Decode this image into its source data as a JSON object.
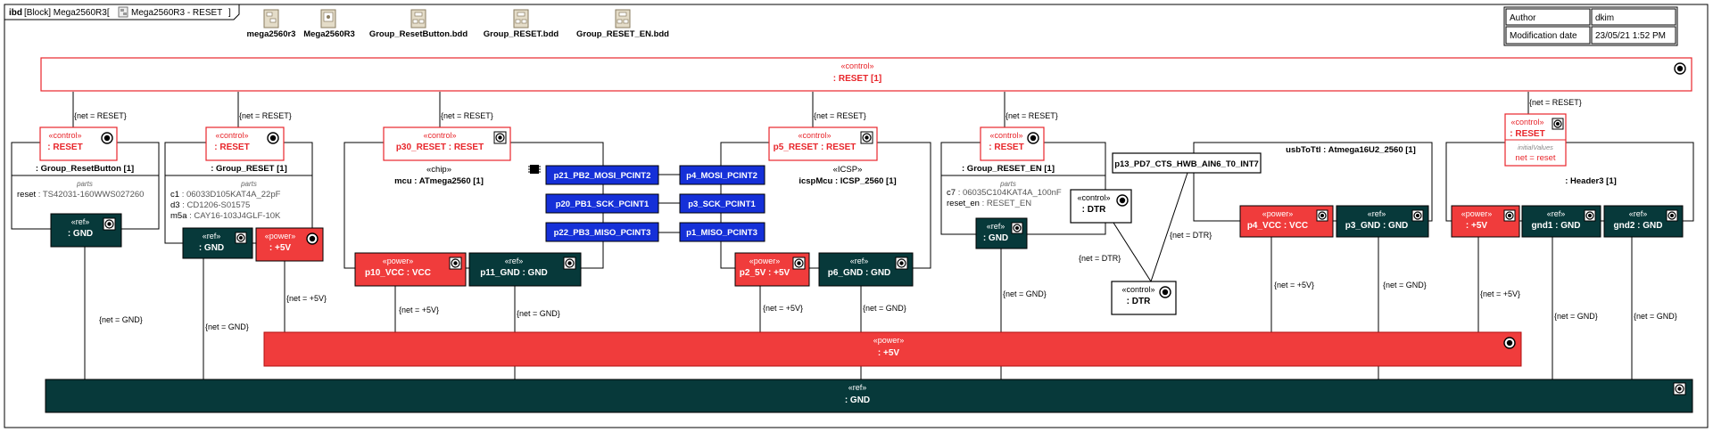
{
  "frame_tag": "ibd",
  "frame_title_prefix": "[Block] Mega2560R3[",
  "frame_title_diagram": "Mega2560R3 - RESET",
  "frame_title_suffix": "]",
  "diagram_links": [
    {
      "label": "mega2560r3",
      "icon": "diagram-icon"
    },
    {
      "label": "Mega2560R3",
      "icon": "block-diagram-icon"
    },
    {
      "label": "Group_ResetButton.bdd",
      "icon": "bdd-icon"
    },
    {
      "label": "Group_RESET.bdd",
      "icon": "bdd-icon"
    },
    {
      "label": "Group_RESET_EN.bdd",
      "icon": "bdd-icon"
    }
  ],
  "info_table": {
    "author_label": "Author",
    "author_value": "dkim",
    "modified_label": "Modification date",
    "modified_value": "23/05/21 1:52 PM"
  },
  "stereotypes": {
    "control": "«control»",
    "power": "«power»",
    "ref": "«ref»",
    "chip": "«chip»",
    "icsp": "«ICSP»",
    "parts": "parts",
    "initial_values": "initialValues"
  },
  "reset_bus": {
    "stereo": "«control»",
    "name": ": RESET [1]"
  },
  "power_bus": {
    "stereo": "«power»",
    "name": ": +5V"
  },
  "gnd_bus": {
    "stereo": "«ref»",
    "name": ": GND"
  },
  "blocks": {
    "reset_button": {
      "title": ": Group_ResetButton [1]",
      "parts_title": "parts",
      "parts": [
        {
          "key": "reset",
          "value": "TS42031-160WWS027260"
        }
      ]
    },
    "group_reset": {
      "title": ": Group_RESET [1]",
      "parts_title": "parts",
      "parts": [
        {
          "key": "c1",
          "value": "06033D105KAT4A_22pF"
        },
        {
          "key": "d3",
          "value": "CD1206-S01575"
        },
        {
          "key": "m5a",
          "value": "CAY16-103J4GLF-10K"
        }
      ]
    },
    "mcu": {
      "stereo": "«chip»",
      "title": "mcu : ATmega2560 [1]"
    },
    "icsp": {
      "stereo": "«ICSP»",
      "title": "icspMcu : ICSP_2560 [1]"
    },
    "reset_en": {
      "title": ": Group_RESET_EN [1]",
      "parts_title": "parts",
      "parts": [
        {
          "key": "c7",
          "value": "06035C104KAT4A_100nF"
        },
        {
          "key": "reset_en",
          "value": "RESET_EN"
        }
      ]
    },
    "usbttl": {
      "title": "usbToTtl : Atmega16U2_2560 [1]"
    },
    "header3": {
      "title": ": Header3 [1]",
      "iv_title": "initialValues",
      "iv_value": "net = reset"
    }
  },
  "ports": {
    "rb_reset": {
      "stereo": "«control»",
      "name": ": RESET"
    },
    "rb_gnd": {
      "stereo": "«ref»",
      "name": ": GND"
    },
    "gr_reset": {
      "stereo": "«control»",
      "name": ": RESET"
    },
    "gr_gnd": {
      "stereo": "«ref»",
      "name": ": GND"
    },
    "gr_5v": {
      "stereo": "«power»",
      "name": ": +5V"
    },
    "mcu_reset": {
      "stereo": "«control»",
      "name": "p30_RESET : RESET"
    },
    "mcu_vcc": {
      "stereo": "«power»",
      "name": "p10_VCC : VCC"
    },
    "mcu_gnd": {
      "stereo": "«ref»",
      "name": "p11_GND : GND"
    },
    "mosi_mcu": {
      "name": "p21_PB2_MOSI_PCINT2"
    },
    "sck_mcu": {
      "name": "p20_PB1_SCK_PCINT1"
    },
    "miso_mcu": {
      "name": "p22_PB3_MISO_PCINT3"
    },
    "mosi_icsp": {
      "name": "p4_MOSI_PCINT2"
    },
    "sck_icsp": {
      "name": "p3_SCK_PCINT1"
    },
    "miso_icsp": {
      "name": "p1_MISO_PCINT3"
    },
    "icsp_reset": {
      "stereo": "«control»",
      "name": "p5_RESET : RESET"
    },
    "icsp_5v": {
      "stereo": "«power»",
      "name": "p2_5V : +5V"
    },
    "icsp_gnd": {
      "stereo": "«ref»",
      "name": "p6_GND : GND"
    },
    "en_reset": {
      "stereo": "«control»",
      "name": ": RESET"
    },
    "en_gnd": {
      "stereo": "«ref»",
      "name": ": GND"
    },
    "en_dtr": {
      "stereo": "«control»",
      "name": ": DTR"
    },
    "dtr": {
      "stereo": "«control»",
      "name": ": DTR"
    },
    "usb_pd7": {
      "name": "p13_PD7_CTS_HWB_AIN6_T0_INT7"
    },
    "usb_vcc": {
      "stereo": "«power»",
      "name": "p4_VCC : VCC"
    },
    "usb_gnd": {
      "stereo": "«ref»",
      "name": "p3_GND : GND"
    },
    "h3_reset": {
      "stereo": "«control»",
      "name": ": RESET"
    },
    "h3_5v": {
      "stereo": "«power»",
      "name": ": +5V"
    },
    "h3_gnd1": {
      "stereo": "«ref»",
      "name": "gnd1 : GND"
    },
    "h3_gnd2": {
      "stereo": "«ref»",
      "name": "gnd2 : GND"
    }
  },
  "labels": {
    "net_reset": "{net = RESET}",
    "net_gnd": "{net = GND}",
    "net_5v": "{net = +5V}",
    "net_dtr": "{net = DTR}"
  },
  "colors": {
    "control": "#e8262b",
    "power": "#f03c3c",
    "ref": "#07393a",
    "spi": "#1530d8",
    "line": "#000000",
    "background": "#ffffff"
  }
}
